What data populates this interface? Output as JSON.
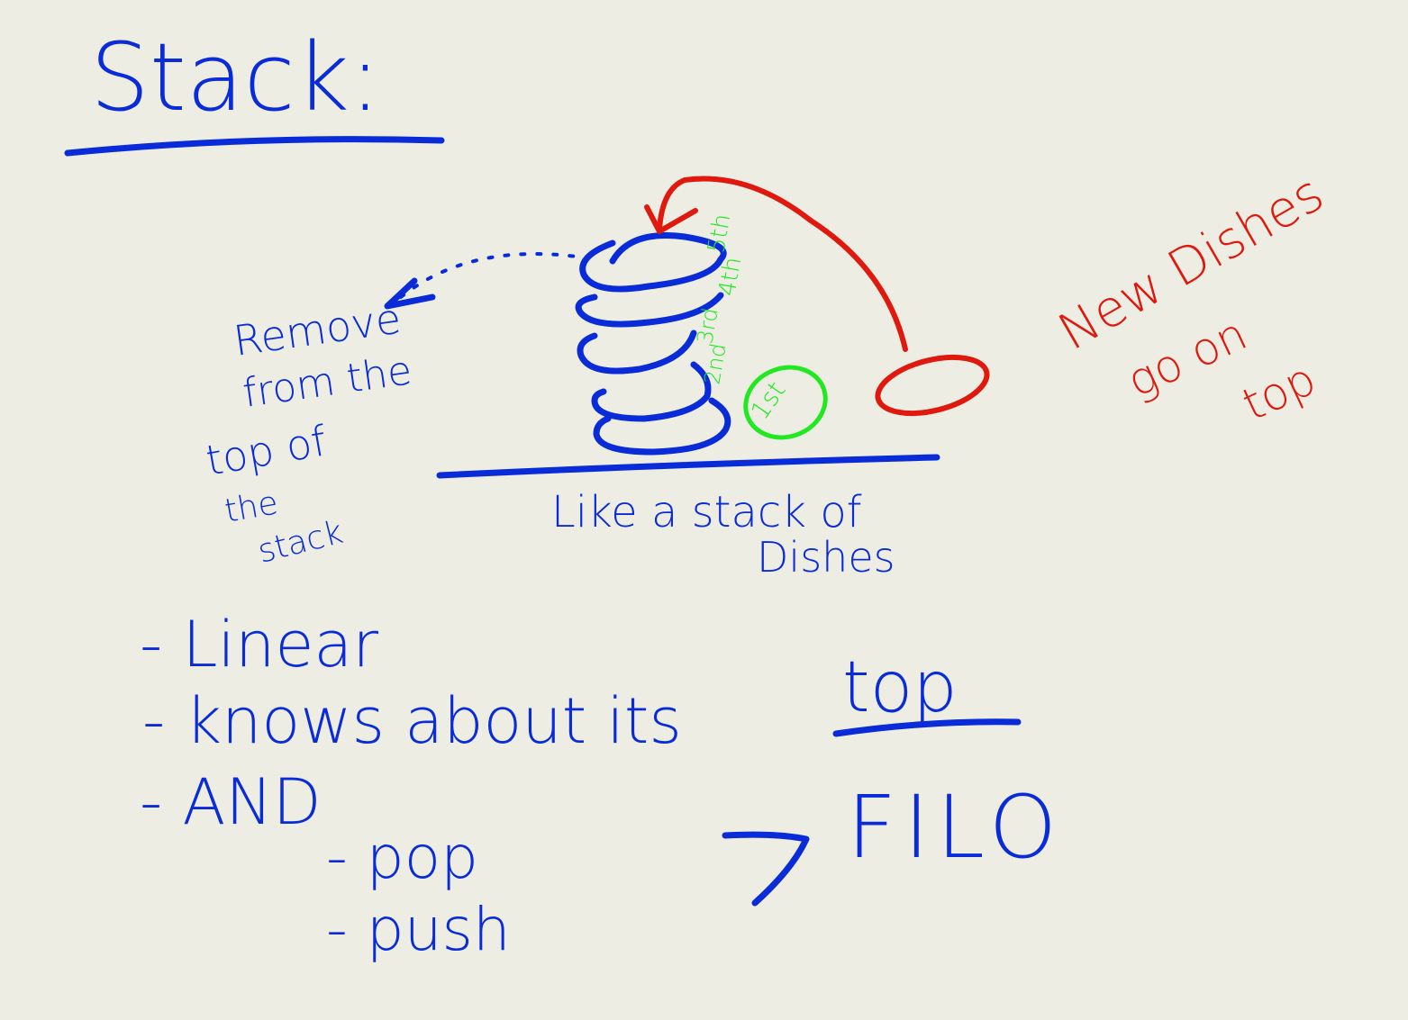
{
  "title": "Stack:",
  "stack_labels": [
    "5th",
    "4th",
    "3rd",
    "2nd",
    "1st"
  ],
  "remove_note": [
    "Remove",
    "from the",
    "top of",
    "the",
    "stack"
  ],
  "new_dishes_note": [
    "New Dishes",
    "go on",
    "top"
  ],
  "caption": [
    "Like a stack of",
    "Dishes"
  ],
  "bullets": [
    "- Linear",
    "- knows about its",
    "- AND"
  ],
  "sub_bullets": [
    "- pop",
    "- push"
  ],
  "top_word": "top",
  "filo": "FILO",
  "colors": {
    "background": "#edede3",
    "blue": "#0a2bd8",
    "red": "#e0190f",
    "green": "#22e822"
  }
}
